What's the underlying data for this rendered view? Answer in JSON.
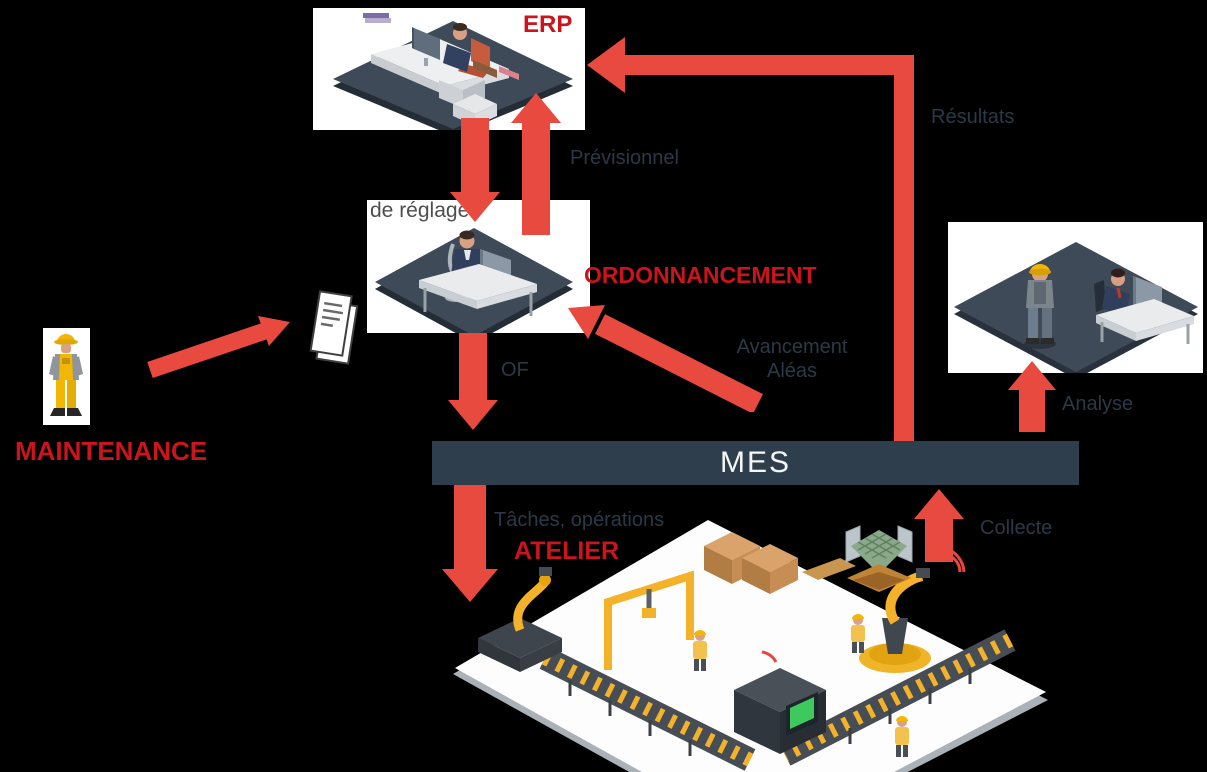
{
  "colors": {
    "background": "#000000",
    "arrow_red": "#e84a3f",
    "title_red": "#c9151b",
    "label_dark": "#2b3947",
    "note_gray": "#4e4e4e",
    "mes_bar": "#2f3e4d",
    "mes_text": "#f5f6f7",
    "node_bg": "#ffffff"
  },
  "nodes": {
    "erp": {
      "title": "ERP"
    },
    "ordonnancement": {
      "title": "ORDONNANCEMENT",
      "note": "de réglage"
    },
    "maintenance": {
      "title": "MAINTENANCE"
    },
    "atelier": {
      "title": "ATELIER"
    },
    "mes": {
      "title": "MES"
    }
  },
  "flows": {
    "previsionnel": {
      "label": "Prévisionnel"
    },
    "of": {
      "label": "OF"
    },
    "resultats": {
      "label": "Résultats"
    },
    "avancement": {
      "label_line1": "Avancement",
      "label_line2": "Aléas"
    },
    "taches": {
      "label": "Tâches, opérations"
    },
    "collecte": {
      "label": "Collecte"
    },
    "analyse": {
      "label": "Analyse"
    }
  },
  "icons": {
    "erp_illustration": "isometric-manager-office-desk",
    "ordonnancement_illustration": "isometric-planner-at-computer",
    "analysis_illustration": "isometric-worker-and-supervisor-desk",
    "maintenance_worker_icon": "maintenance-worker",
    "document_icon": "work-order-document",
    "pallet_icon": "pallet-of-finished-goods",
    "factory_illustration": "isometric-automated-workshop-line"
  }
}
